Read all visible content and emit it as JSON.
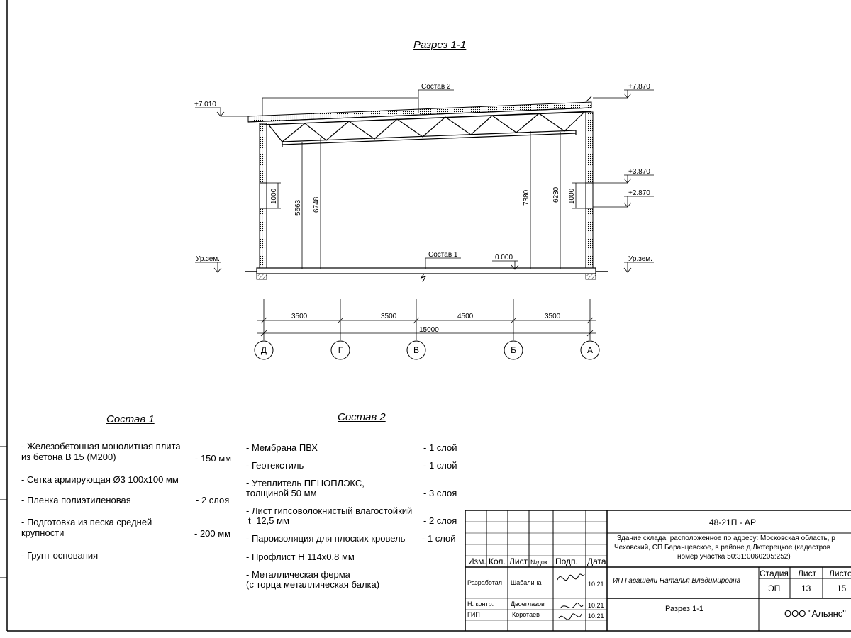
{
  "drawing": {
    "section_title": "Разрез 1-1",
    "layer_label_roof": "Состав 2",
    "layer_label_floor": "Состав 1",
    "elevations": {
      "left_top": "+7.010",
      "right_top": "+7.870",
      "right_mid1": "+3.870",
      "right_mid2": "+2.870",
      "floor": "0.000",
      "ground_left": "Ур.зем.",
      "ground_right": "Ур.зем."
    },
    "vertical_dims": {
      "left_window": "1000",
      "left_inner": "5663",
      "left_outer": "6748",
      "right_outer": "7380",
      "right_inner": "6230",
      "right_window": "1000"
    },
    "spans": [
      "3500",
      "3500",
      "4500",
      "3500"
    ],
    "total_span": "15000",
    "axes": [
      "Д",
      "Г",
      "В",
      "Б",
      "А"
    ]
  },
  "sostav1": {
    "title": "Состав 1",
    "items": [
      {
        "text": "- Железобетонная  монолитная плита",
        "text2": "  из бетона В 15 (М200)",
        "qty": "- 150 мм"
      },
      {
        "text": "- Сетка армирующая Ø3 100х100 мм",
        "qty": ""
      },
      {
        "text": "- Пленка полиэтиленовая",
        "qty": "- 2 слоя"
      },
      {
        "text": "- Подготовка из песка средней",
        "text2": "  крупности",
        "qty": "- 200 мм"
      },
      {
        "text": "- Грунт основания",
        "qty": ""
      }
    ]
  },
  "sostav2": {
    "title": "Состав 2",
    "items": [
      {
        "text": "- Мембрана ПВХ",
        "qty": "- 1 слой"
      },
      {
        "text": "- Геотекстиль",
        "qty": "- 1 слой"
      },
      {
        "text": "- Утеплитель ПЕНОПЛЭКС,",
        "text2": "  толщиной 50 мм",
        "qty": "- 3 слоя"
      },
      {
        "text": "- Лист гипсоволокнистый влагостойкий",
        "text2": "t=12,5 мм",
        "qty": "- 2 слоя"
      },
      {
        "text": "- Пароизоляция для плоских кровель",
        "qty": "- 1 слой"
      },
      {
        "text": "- Профлист Н 114х0.8 мм",
        "qty": ""
      },
      {
        "text": "- Металлическая ферма",
        "text2": "  (с торца металлическая балка)",
        "qty": ""
      }
    ]
  },
  "stamp": {
    "code": "48-21П - АР",
    "address_line1": "Здание склада, расположенное по адресу: Московская область, р",
    "address_line2": "Чеховский, СП Баранцевское, в районе д.Лютерецкое  (кадастров",
    "address_line3": "номер участка 50:31:0060205:252)",
    "col_izm": "Изм.",
    "col_kol": "Кол.",
    "col_list": "Лист",
    "col_ndok": "№док.",
    "col_podp": "Подп.",
    "col_data": "Дата",
    "role_razrab": "Разработал",
    "name_razrab": "Шабалина",
    "date_razrab": "10.21",
    "role_nkontr": "Н. контр.",
    "name_nkontr": "Двоеглазов",
    "date_nkontr": "10.21",
    "role_gip": "ГИП",
    "name_gip": "Коротаев",
    "date_gip": "10.21",
    "author": "ИП Гавашели Наталья Владимировна",
    "hdr_stage": "Стадия",
    "hdr_sheet": "Лист",
    "hdr_sheets": "Листо",
    "stage": "ЭП",
    "sheet": "13",
    "sheets": "15",
    "sheet_title": "Разрез 1-1",
    "company": "ООО \"Альянс\""
  }
}
